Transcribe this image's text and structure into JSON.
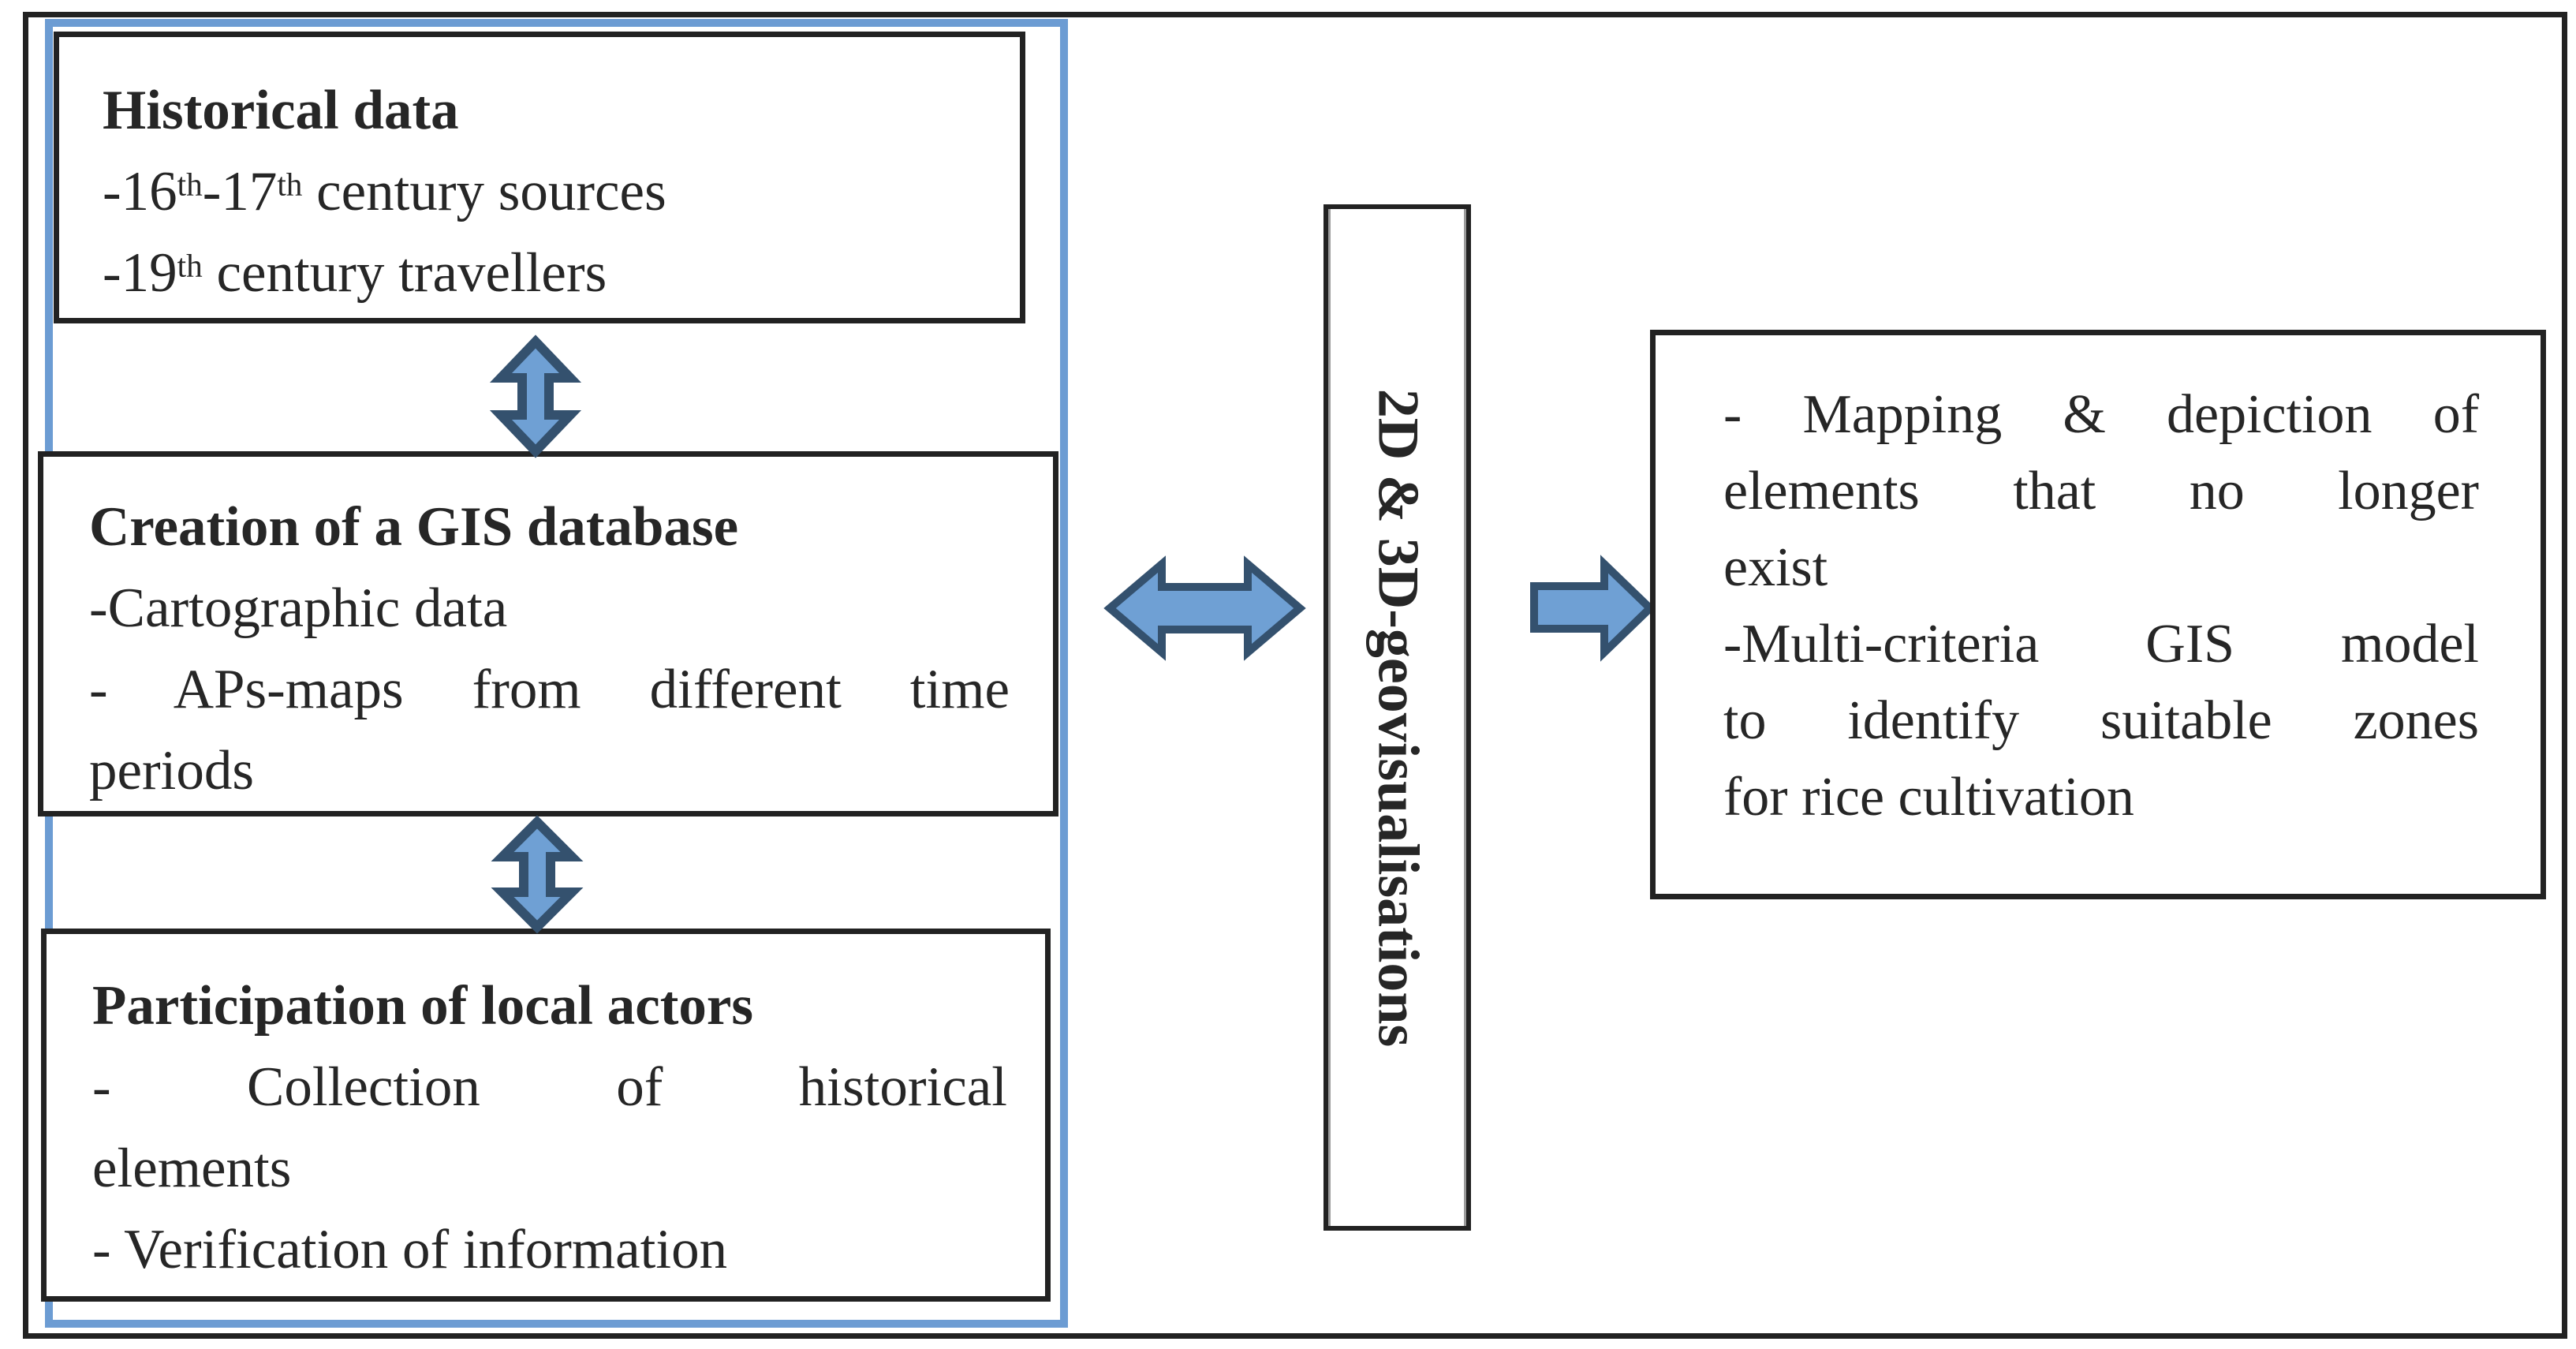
{
  "colors": {
    "accent_blue": "#6C9CD3",
    "arrow_fill": "#6FA0D4",
    "arrow_stroke": "#34516E",
    "border_black": "#222222",
    "text": "#262626"
  },
  "left_panel": {
    "historical_box": {
      "title": "Historical data",
      "lines": [
        {
          "stretch": false,
          "segments": [
            {
              "t": "-16"
            },
            {
              "t": "th",
              "sup": true
            },
            {
              "t": "-17"
            },
            {
              "t": "th",
              "sup": true
            },
            {
              "t": " century sources"
            }
          ]
        },
        {
          "stretch": false,
          "segments": [
            {
              "t": "-19"
            },
            {
              "t": "th",
              "sup": true
            },
            {
              "t": " century travellers"
            }
          ]
        }
      ]
    },
    "gis_box": {
      "title": "Creation of a GIS database",
      "lines": [
        {
          "stretch": false,
          "segments": [
            {
              "t": "-Cartographic data"
            }
          ]
        },
        {
          "stretch": true,
          "segments": [
            {
              "t": "- APs-maps from different time"
            }
          ]
        },
        {
          "stretch": false,
          "segments": [
            {
              "t": "periods"
            }
          ]
        }
      ]
    },
    "participation_box": {
      "title": "Participation of local actors",
      "lines": [
        {
          "stretch": true,
          "segments": [
            {
              "t": "- Collection of historical"
            }
          ]
        },
        {
          "stretch": false,
          "segments": [
            {
              "t": "elements"
            }
          ]
        },
        {
          "stretch": false,
          "segments": [
            {
              "t": "- Verification of information"
            }
          ]
        }
      ]
    }
  },
  "middle_box": {
    "label": "2D & 3D-geovisualisations"
  },
  "right_box": {
    "lines": [
      {
        "stretch": true,
        "segments": [
          {
            "t": "- Mapping & depiction of"
          }
        ]
      },
      {
        "stretch": true,
        "segments": [
          {
            "t": "elements that no longer"
          }
        ]
      },
      {
        "stretch": false,
        "segments": [
          {
            "t": "exist"
          }
        ]
      },
      {
        "stretch": true,
        "segments": [
          {
            "t": "-Multi-criteria GIS model"
          }
        ]
      },
      {
        "stretch": true,
        "segments": [
          {
            "t": "to identify suitable zones"
          }
        ]
      },
      {
        "stretch": false,
        "segments": [
          {
            "t": "for rice cultivation"
          }
        ]
      }
    ]
  },
  "icons": {
    "vertical_arrow_1": "up-down-arrow",
    "vertical_arrow_2": "up-down-arrow",
    "horizontal_double_arrow": "left-right-arrow",
    "output_arrow": "right-arrow"
  }
}
